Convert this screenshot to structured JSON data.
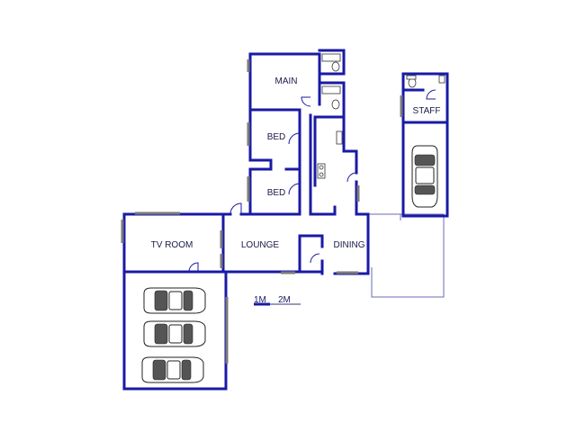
{
  "rooms": {
    "main": "MAIN",
    "bed1": "BED",
    "bed2": "BED",
    "staff": "STAFF",
    "tv_room": "TV ROOM",
    "lounge": "LOUNGE",
    "dining": "DINING"
  },
  "scale": {
    "label_1": "1M",
    "label_2": "2M"
  },
  "colors": {
    "wall": "#1a1aa6",
    "outline": "#6a6ab8"
  }
}
